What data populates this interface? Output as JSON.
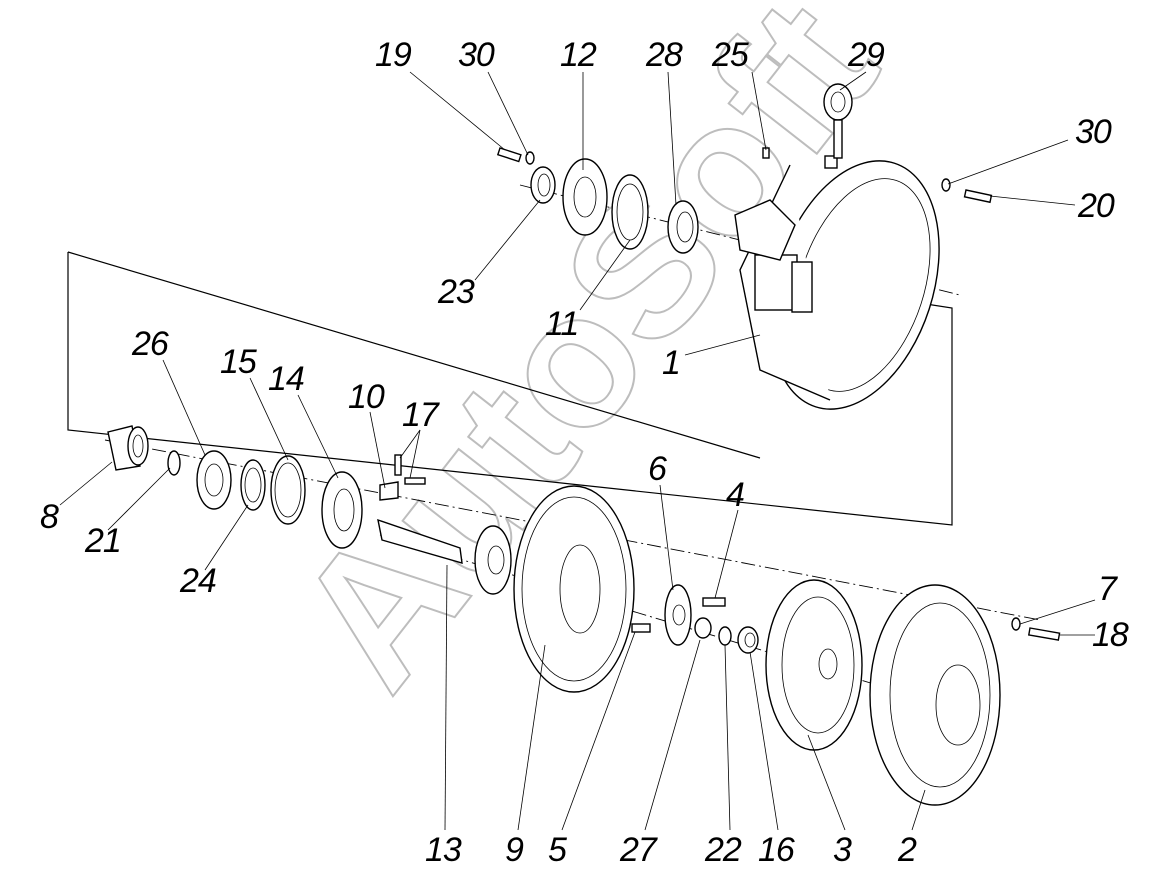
{
  "labels": {
    "l19": "19",
    "l30a": "30",
    "l12": "12",
    "l28": "28",
    "l25": "25",
    "l29": "29",
    "l30b": "30",
    "l20": "20",
    "l23": "23",
    "l11": "11",
    "l1": "1",
    "l26": "26",
    "l15": "15",
    "l14": "14",
    "l10": "10",
    "l17": "17",
    "l8": "8",
    "l21": "21",
    "l24": "24",
    "l6": "6",
    "l4": "4",
    "l7": "7",
    "l18": "18",
    "l13": "13",
    "l9": "9",
    "l5": "5",
    "l27": "27",
    "l22": "22",
    "l16": "16",
    "l3": "3",
    "l2": "2"
  },
  "watermark": "AutoSoft"
}
